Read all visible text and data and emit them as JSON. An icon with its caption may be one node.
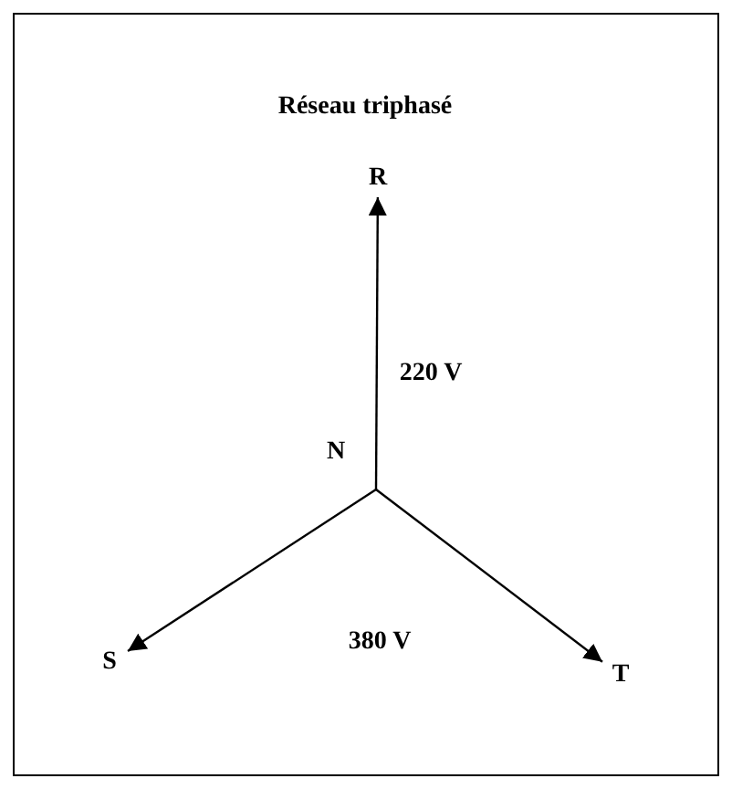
{
  "diagram": {
    "title": "Réseau triphasé",
    "nodes": [
      {
        "text": [
          "N"
        ]
      },
      {
        "text": [
          "R"
        ]
      },
      {
        "text": [
          "S"
        ]
      },
      {
        "text": [
          "T"
        ]
      }
    ],
    "edges": [
      {
        "from": null,
        "to": 1,
        "arrow": "to",
        "label": "220 V"
      },
      {
        "from": null,
        "to": 2,
        "arrow": "to"
      },
      {
        "from": null,
        "to": 3,
        "arrow": "to"
      }
    ],
    "labels": [
      "380 V"
    ]
  }
}
